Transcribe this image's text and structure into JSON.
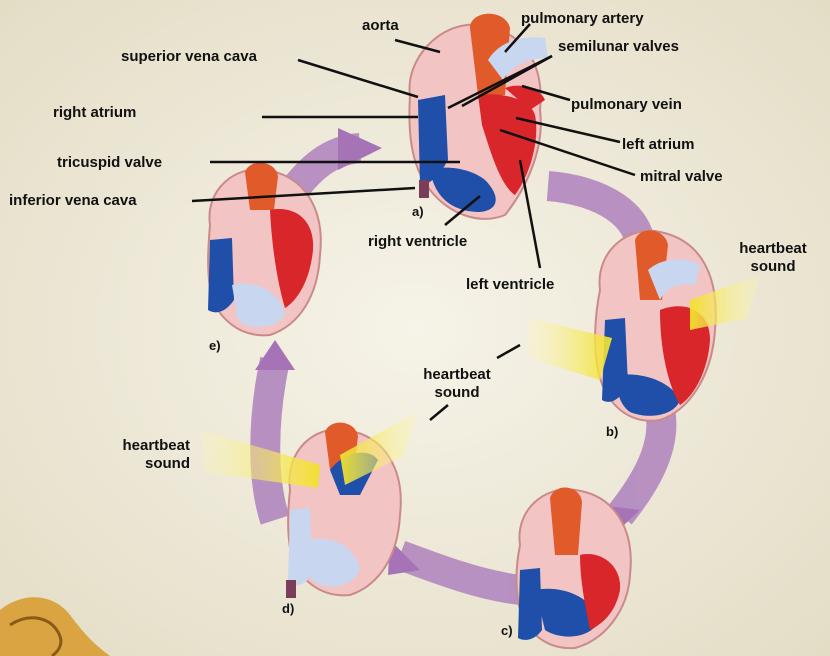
{
  "labels": {
    "aorta": "aorta",
    "pulmonary_artery": "pulmonary artery",
    "superior_vena_cava": "superior vena cava",
    "semilunar_valves": "semilunar valves",
    "right_atrium": "right atrium",
    "pulmonary_vein": "pulmonary vein",
    "left_atrium": "left atrium",
    "tricuspid_valve": "tricuspid valve",
    "mitral_valve": "mitral valve",
    "inferior_vena_cava": "inferior vena cava",
    "right_ventricle": "right ventricle",
    "left_ventricle": "left ventricle",
    "heartbeat": "heartbeat",
    "sound": "sound"
  },
  "stages": {
    "a": "a)",
    "b": "b)",
    "c": "c)",
    "d": "d)",
    "e": "e)"
  },
  "colors": {
    "oxygenated": "#d8262b",
    "deoxygenated": "#1f4fa8",
    "tissue": "#f3c4c4",
    "arrow": "#a977b7",
    "sound_wave": "#f6ea45"
  }
}
